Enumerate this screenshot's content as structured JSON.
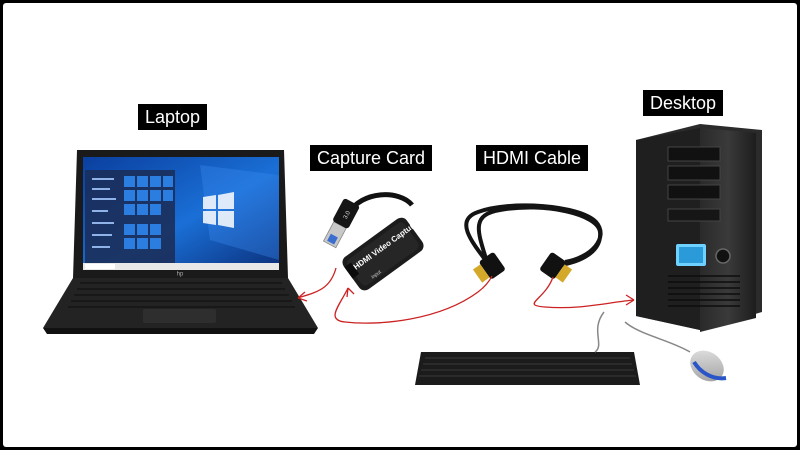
{
  "labels": {
    "laptop": "Laptop",
    "capture_card": "Capture Card",
    "hdmi_cable": "HDMI Cable",
    "desktop": "Desktop"
  },
  "device_marks": {
    "capture_card_text": "HDMI Video Capture",
    "capture_card_port": "input",
    "usb_plug_text": "3.0",
    "laptop_logo": "hp"
  },
  "colors": {
    "border": "#000000",
    "background": "#ffffff",
    "connection_line": "#cc2222",
    "windows_blue": "#1a6fd6",
    "device_black": "#1c1c1c"
  }
}
